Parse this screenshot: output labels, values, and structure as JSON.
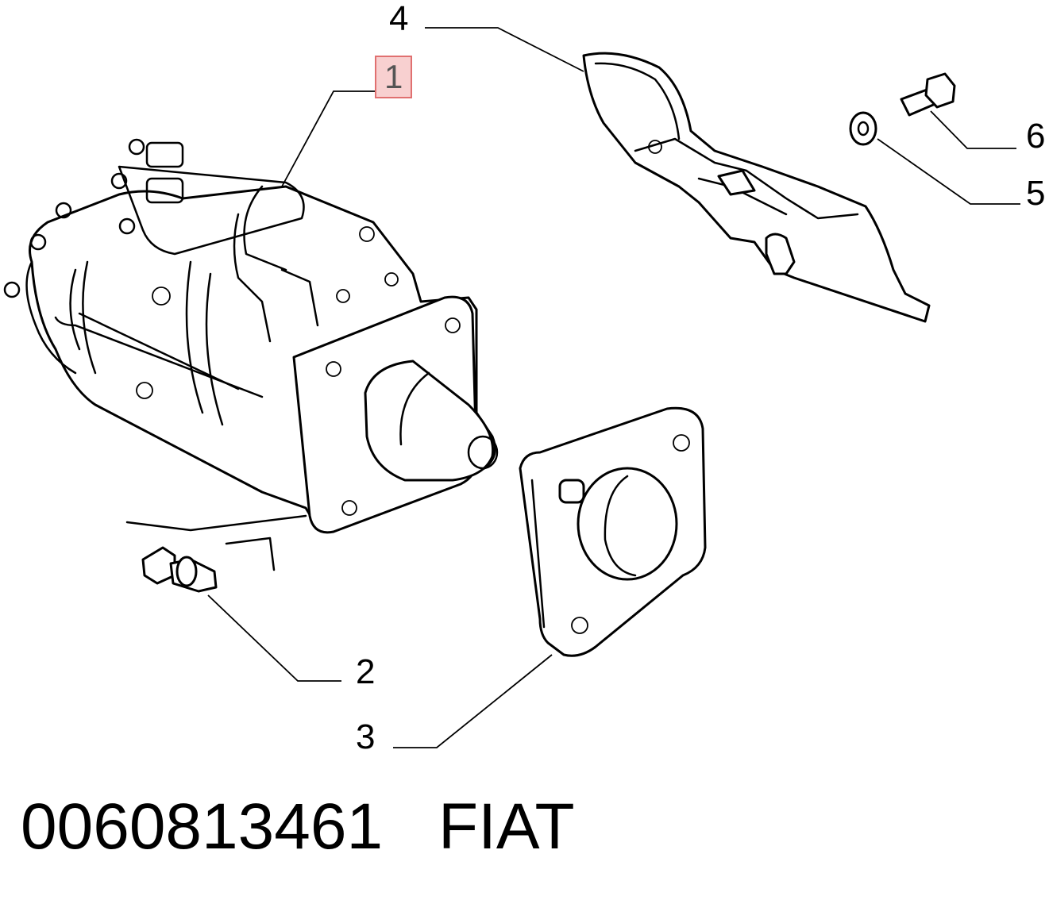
{
  "callouts": {
    "c1": "1",
    "c2": "2",
    "c3": "3",
    "c4": "4",
    "c5": "5",
    "c6": "6"
  },
  "footer": {
    "part_number": "0060813461",
    "brand": "FIAT"
  },
  "colors": {
    "highlight_fill": "#f8d0d0",
    "highlight_border": "#e07070",
    "line": "#000000"
  }
}
